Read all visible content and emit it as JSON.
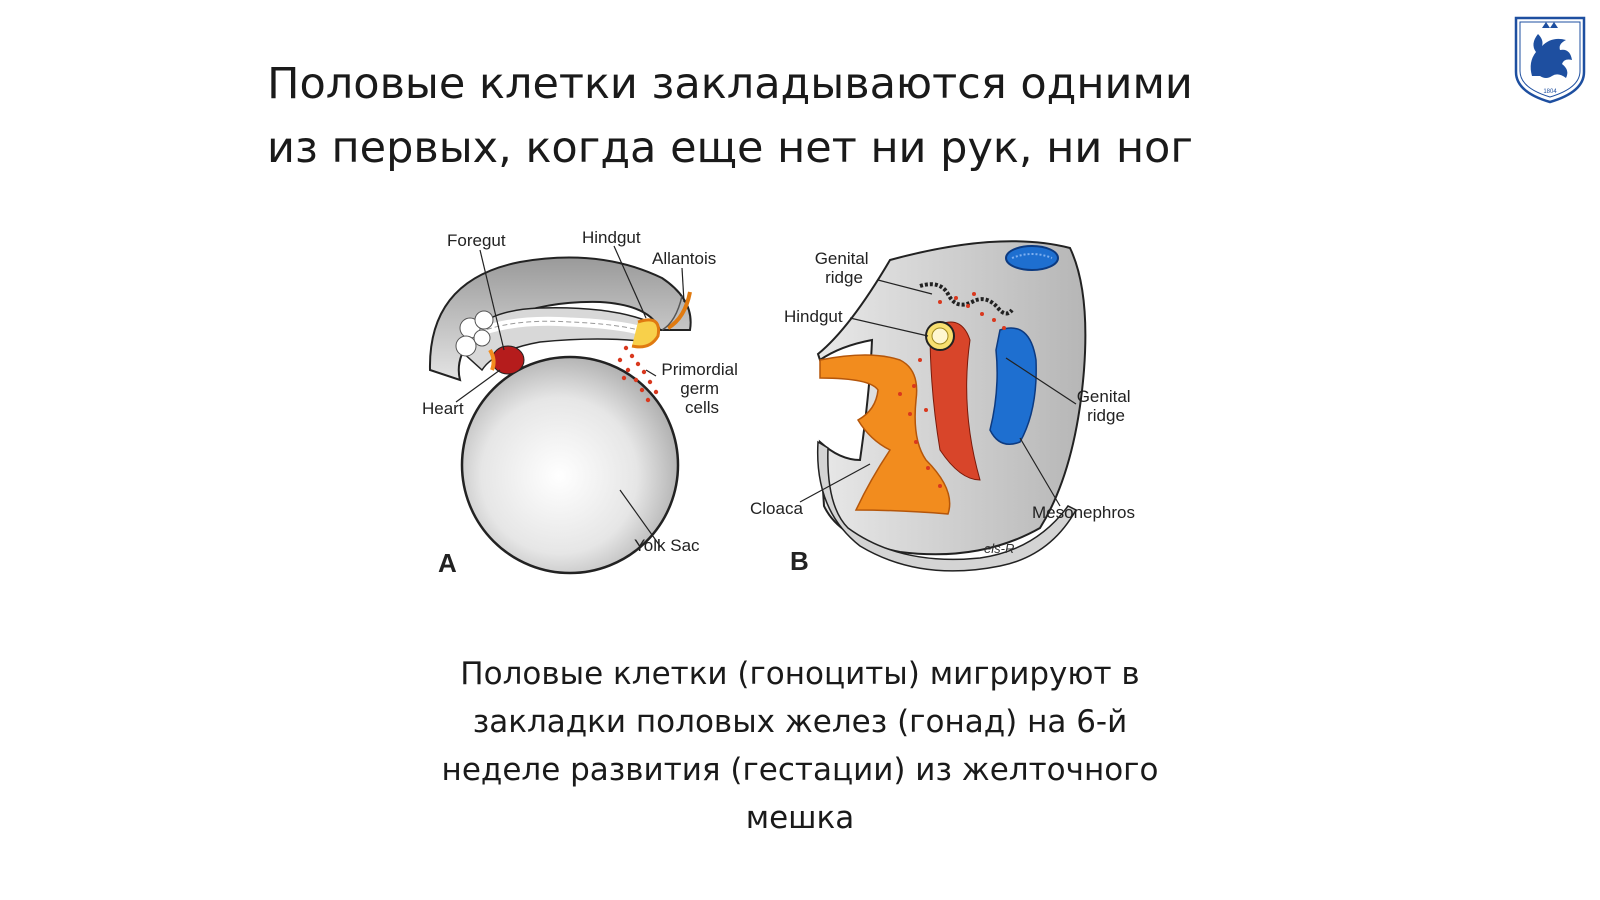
{
  "slide": {
    "title_lines": [
      "Половые клетки закладываются одними",
      "из первых, когда еще нет ни рук, ни ног"
    ],
    "caption_lines": [
      "Половые клетки (гоноциты) мигрируют в",
      "закладки половых желез (гонад) на  6-й",
      "неделе развития (гестации) из желточного",
      "мешка"
    ]
  },
  "logo": {
    "icon": "university-crest-icon",
    "year": "1804",
    "color": "#1e4fa0"
  },
  "diagram": {
    "panel_a": {
      "letter": "A",
      "labels": {
        "foregut": "Foregut",
        "hindgut": "Hindgut",
        "allantois": "Allantois",
        "primordial": [
          "Primordial",
          "germ",
          "cells"
        ],
        "heart": "Heart",
        "yolk_sac": "Yolk Sac"
      }
    },
    "panel_b": {
      "letter": "B",
      "labels": {
        "genital_ridge_top": [
          "Genital",
          "ridge"
        ],
        "hindgut": "Hindgut",
        "genital_ridge_right": [
          "Genital",
          "ridge"
        ],
        "cloaca": "Cloaca",
        "mesonephros": "Mesonephros"
      },
      "signature": "els-R"
    },
    "colors": {
      "orange": "#f28c1e",
      "red": "#c8281e",
      "blue": "#1e6fd0",
      "grey": "#c9c9c9"
    }
  }
}
